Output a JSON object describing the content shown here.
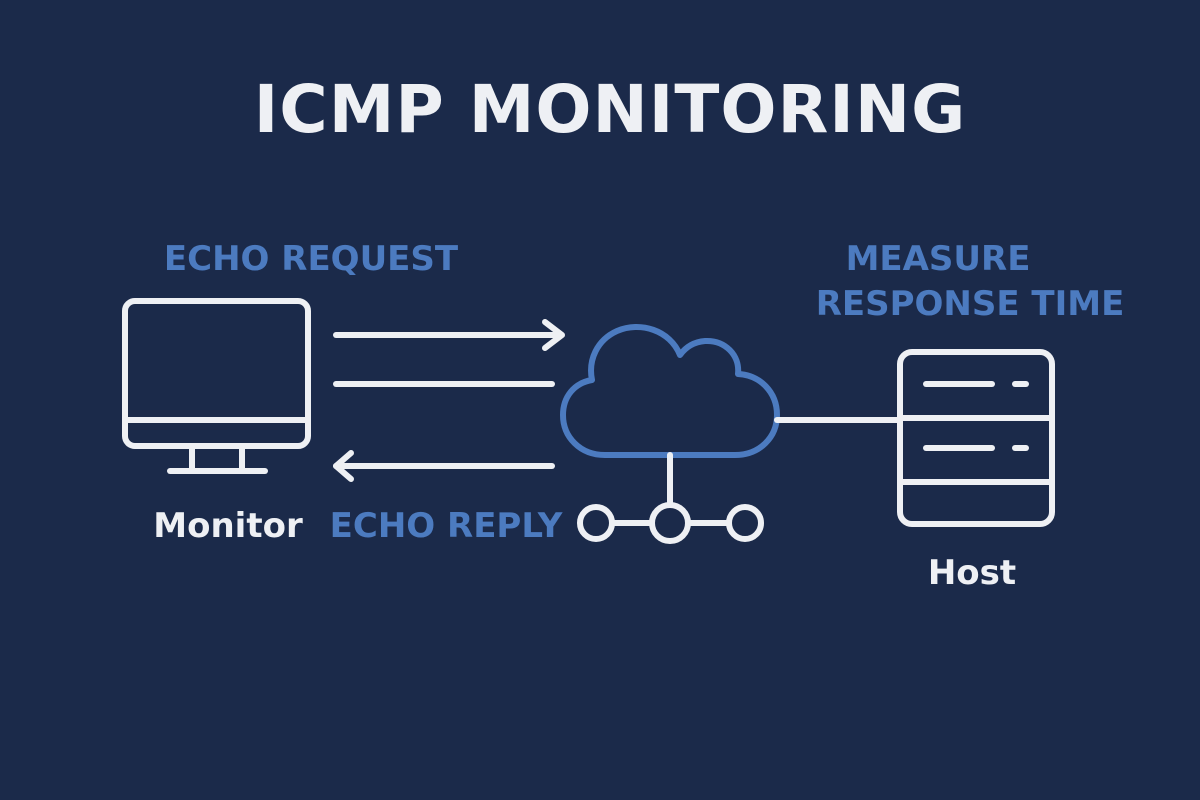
{
  "title": "ICMP MONITORING",
  "labels": {
    "echo_request": "ECHO REQUEST",
    "echo_reply": "ECHO REPLY",
    "measure_line1": "MEASURE",
    "measure_line2": "RESPONSE TIME",
    "monitor": "Monitor",
    "host": "Host"
  },
  "icons": {
    "monitor": "monitor-icon",
    "cloud": "cloud-network-icon",
    "host": "server-icon"
  },
  "colors": {
    "background": "#1b2a4a",
    "white": "#eef0f4",
    "accent_blue": "#4c7bc0"
  }
}
